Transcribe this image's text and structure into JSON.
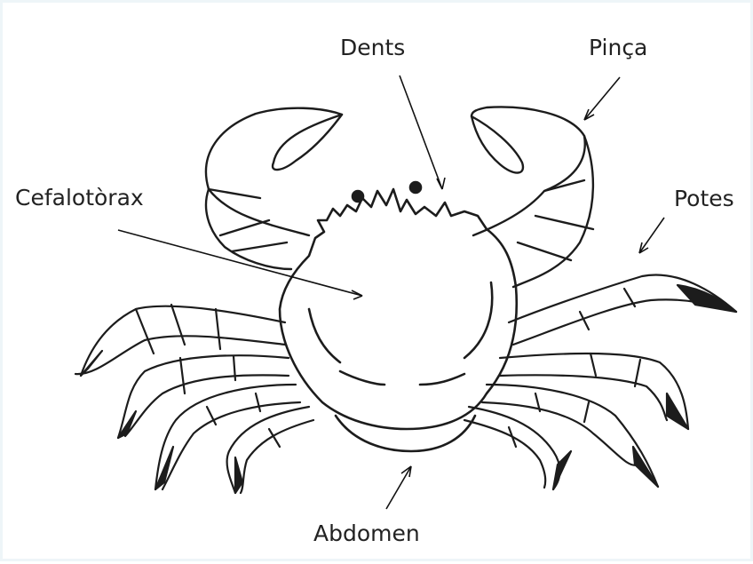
{
  "labels": {
    "dents": "Dents",
    "pinca": "Pinça",
    "cefalotorax": "Cefalotòrax",
    "potes": "Potes",
    "abdomen": "Abdomen"
  },
  "colors": {
    "ink": "#1c1c1c",
    "border": "#eef5f8",
    "background": "#ffffff"
  },
  "icons": [
    "crab-drawing"
  ]
}
